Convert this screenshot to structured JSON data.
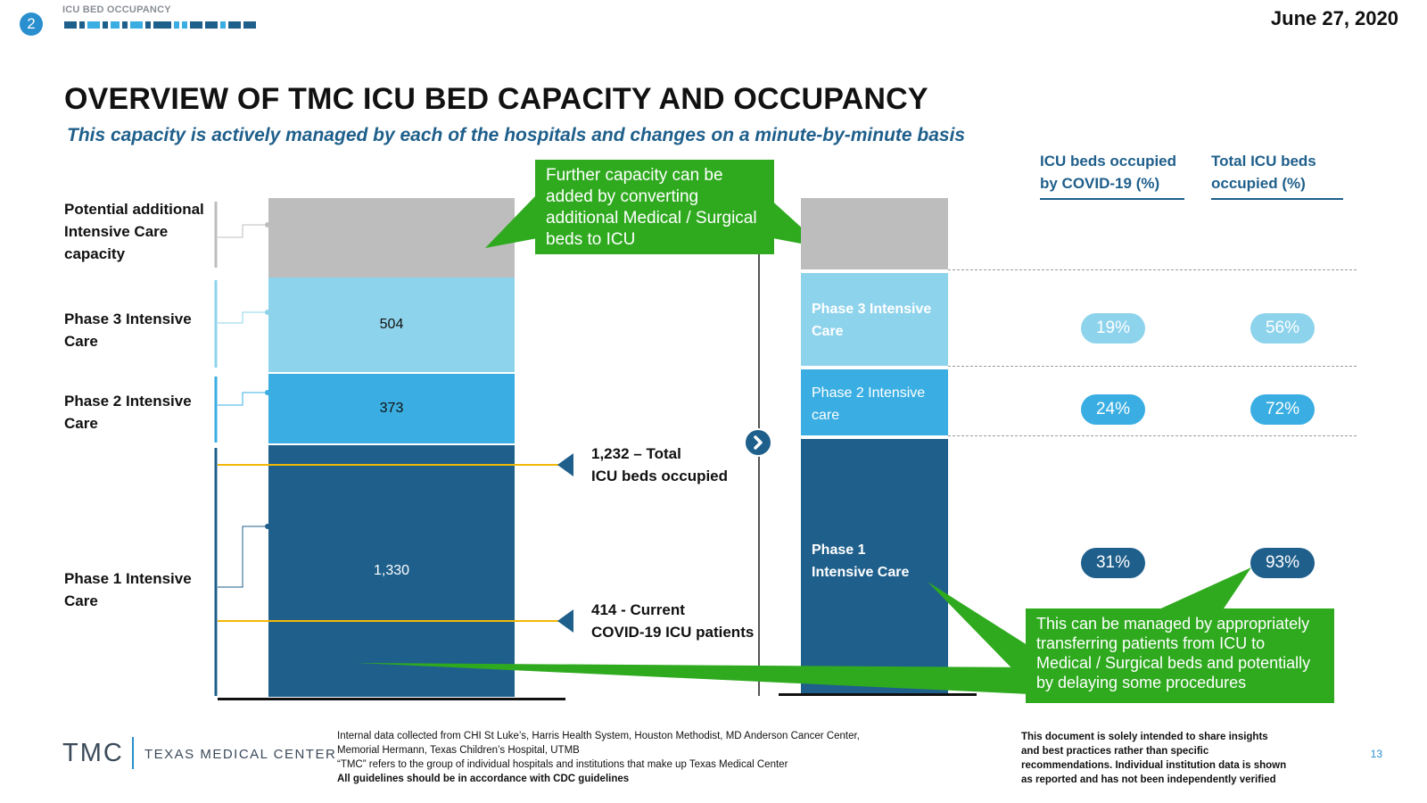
{
  "header": {
    "section_number": "2",
    "section_label": "ICU BED OCCUPANCY",
    "date": "June 27, 2020",
    "progress_segments": [
      "dark",
      "dark",
      "light",
      "dark",
      "light",
      "dark",
      "light",
      "dark",
      "dark",
      "light",
      "light",
      "dark",
      "dark",
      "light",
      "dark",
      "dark"
    ]
  },
  "title": "OVERVIEW OF TMC ICU BED CAPACITY AND OCCUPANCY",
  "subtitle": "This capacity is actively managed by each of the hospitals and changes on a minute-by-minute basis",
  "left_labels": {
    "potential": "Potential additional Intensive Care capacity",
    "phase3": "Phase 3 Intensive Care",
    "phase2": "Phase 2 Intensive Care",
    "phase1": "Phase 1 Intensive Care"
  },
  "chart_data": {
    "type": "bar",
    "stacked": true,
    "unit": "ICU beds",
    "segments": [
      {
        "name": "Phase 1 Intensive Care",
        "value": 1330,
        "label": "1,330",
        "color": "#1f5f8b"
      },
      {
        "name": "Phase 2 Intensive Care",
        "value": 373,
        "label": "373",
        "color": "#3aaee2"
      },
      {
        "name": "Phase 3 Intensive Care",
        "value": 504,
        "label": "504",
        "color": "#8ed3ec"
      },
      {
        "name": "Potential additional Intensive Care capacity",
        "value": null,
        "label": "",
        "color": "#bdbdbd"
      }
    ],
    "reference_lines": [
      {
        "value": 1232,
        "label_main": "1,232 – Total",
        "label_sub": "ICU beds occupied",
        "color": "#f2b705"
      },
      {
        "value": 414,
        "label_main": "414 - Current",
        "label_sub": "COVID-19 ICU patients",
        "color": "#f2b705"
      }
    ],
    "occupancy_table": {
      "columns": [
        "ICU beds occupied by COVID-19 (%)",
        "Total ICU beds occupied (%)"
      ],
      "rows": [
        {
          "phase": "Phase 3 Intensive Care",
          "covid_pct": 19,
          "covid_label": "19%",
          "total_pct": 56,
          "total_label": "56%"
        },
        {
          "phase": "Phase 2 Intensive care",
          "covid_pct": 24,
          "covid_label": "24%",
          "total_pct": 72,
          "total_label": "72%"
        },
        {
          "phase": "Phase 1 Intensive Care",
          "covid_pct": 31,
          "covid_label": "31%",
          "total_pct": 93,
          "total_label": "93%"
        }
      ]
    }
  },
  "right_bar_labels": {
    "phase3": "Phase 3 Intensive Care",
    "phase2": "Phase 2 Intensive care",
    "phase1": "Phase 1 Intensive Care"
  },
  "callouts": {
    "top": "Further capacity can be added by converting additional Medical / Surgical beds to ICU",
    "bottom": "This can be managed by appropriately transferring patients from ICU to Medical / Surgical beds and potentially by delaying some procedures"
  },
  "column_headers": {
    "covid": "ICU beds occupied by COVID-19 (%)",
    "total": "Total ICU beds occupied (%)"
  },
  "footer": {
    "logo_mark": "TMC",
    "logo_text": "TEXAS MEDICAL CENTER",
    "source_line1": "Internal data collected from CHI St Luke’s, Harris Health System, Houston Methodist, MD Anderson Cancer Center,",
    "source_line2": "Memorial Hermann, Texas Children’s Hospital, UTMB",
    "source_line3": "“TMC” refers to the group of individual hospitals and institutions that make up Texas Medical Center",
    "source_line4": "All guidelines should be in accordance with CDC guidelines",
    "disclaimer": "This document is solely intended to share insights and best practices rather than specific recommendations. Individual institution data is shown as reported and has not been independently verified",
    "page_number": "13"
  },
  "colors": {
    "phase1": "#1f5f8b",
    "phase2": "#3aaee2",
    "phase3": "#8ed3ec",
    "potential": "#bdbdbd",
    "callout_green": "#2faa1f",
    "reference_line": "#f2b705",
    "accent_blue": "#1f5f8b"
  }
}
